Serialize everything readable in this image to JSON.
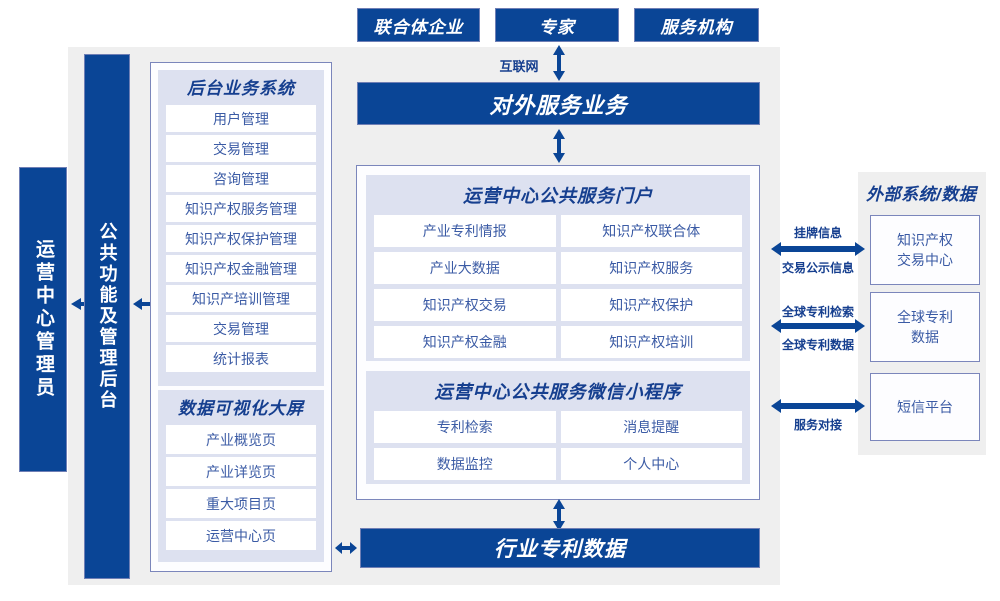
{
  "colors": {
    "brand_blue": "#0a4596",
    "panel_gray": "#efefef",
    "lavender": "#dde1f0",
    "text_blue": "#3b5ba5",
    "title_blue": "#163f8f",
    "border_blue": "#7b86bb"
  },
  "top_actors": [
    {
      "label": "联合体企业"
    },
    {
      "label": "专家"
    },
    {
      "label": "服务机构"
    }
  ],
  "connector_labels": {
    "internet": "互联网"
  },
  "external_service_bar": {
    "label": "对外服务业务"
  },
  "industry_data_bar": {
    "label": "行业专利数据"
  },
  "left_columns": [
    {
      "label": "运营中心管理员",
      "name": "operations-center-admin"
    },
    {
      "label": "公共功能及管理后台",
      "name": "public-function-admin-backend"
    }
  ],
  "backend_system": {
    "title": "后台业务系统",
    "items": [
      "用户管理",
      "交易管理",
      "咨询管理",
      "知识产权服务管理",
      "知识产权保护管理",
      "知识产权金融管理",
      "知识产培训管理",
      "交易管理",
      "统计报表"
    ]
  },
  "data_visual_screen": {
    "title": "数据可视化大屏",
    "items": [
      "产业概览页",
      "产业详览页",
      "重大项目页",
      "运营中心页"
    ]
  },
  "portal": {
    "title": "运营中心公共服务门户",
    "items": [
      "产业专利情报",
      "知识产权联合体",
      "产业大数据",
      "知识产权服务",
      "知识产权交易",
      "知识产权保护",
      "知识产权金融",
      "知识产权培训"
    ]
  },
  "miniprogram": {
    "title": "运营中心公共服务微信小程序",
    "items": [
      "专利检索",
      "消息提醒",
      "数据监控",
      "个人中心"
    ]
  },
  "external": {
    "title": "外部系统/数据",
    "cards": [
      {
        "label": "知识产权\n交易中心"
      },
      {
        "label": "全球专利\n数据"
      },
      {
        "label": "短信平台"
      }
    ],
    "link_labels": [
      {
        "above": "挂牌信息",
        "below": "交易公示信息"
      },
      {
        "above": "全球专利检索",
        "below": "全球专利数据"
      },
      {
        "above": "",
        "below": "服务对接"
      }
    ]
  }
}
